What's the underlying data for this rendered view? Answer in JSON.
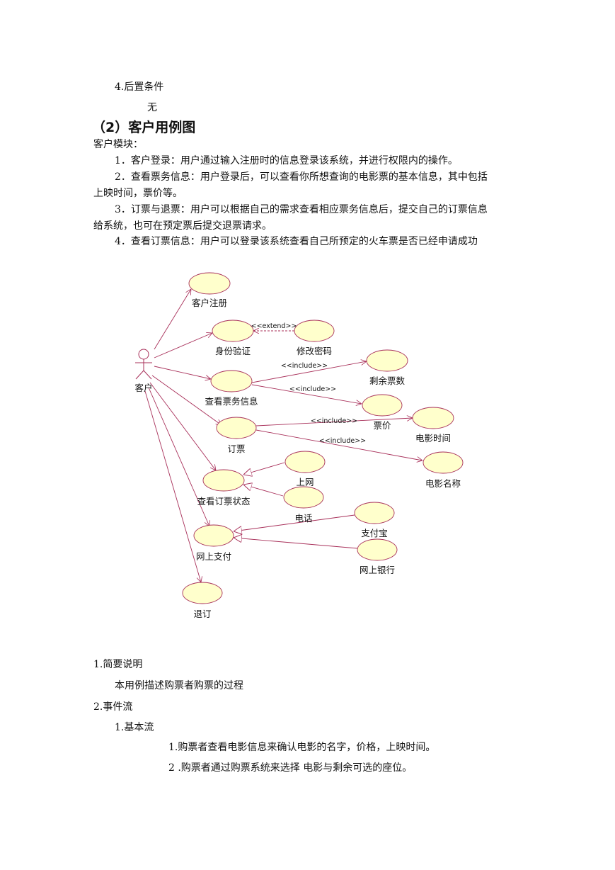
{
  "pre_section": {
    "heading": "4.后置条件",
    "value": "无"
  },
  "section": {
    "title": "（2）客户用例图",
    "intro": "客户模块：",
    "items": [
      "1．客户登录：用户通过输入注册时的信息登录该系统，并进行权限内的操作。",
      "2．查看票务信息：用户登录后，可以查看你所想查询的电影票的基本信息，其中包括",
      "上映时间，票价等。",
      "3．订票与退票：用户可以根据自己的需求查看相应票务信息后，提交自己的订票信息",
      "给系统，也可在预定票后提交退票请求。",
      "4．查看订票信息：用户可以登录该系统查看自己所预定的火车票是否已经申请成功"
    ]
  },
  "diagram": {
    "actor": "客户",
    "use_cases": {
      "register": "客户注册",
      "auth": "身份验证",
      "change_pwd": "修改密码",
      "view_tickets": "查看票务信息",
      "remaining": "剩余票数",
      "price": "票价",
      "movie_time": "电影时间",
      "order": "订票",
      "movie_name": "电影名称",
      "order_status": "查看订票状态",
      "online": "上网",
      "phone": "电话",
      "pay": "网上支付",
      "alipay": "支付宝",
      "bank": "网上银行",
      "refund": "退订"
    },
    "stereotypes": {
      "extend": "<<extend>>",
      "include_remaining": "<<include>>",
      "include_price": "<<include>>",
      "include_time": "<<include>>",
      "include_name": "<<include>>"
    },
    "colors": {
      "ellipse_fill": "#ffffcc",
      "ellipse_stroke": "#a8305a",
      "line": "#a8305a"
    }
  },
  "post_section": {
    "h1": "1.简要说明",
    "p1": "本用例描述购票者购票的过程",
    "h2": "2.事件流",
    "h3": "1.基本流",
    "s1": "1.购票者查看电影信息来确认电影的名字，价格，上映时间。",
    "s2": "2 .购票者通过购票系统来选择 电影与剩余可选的座位。"
  }
}
